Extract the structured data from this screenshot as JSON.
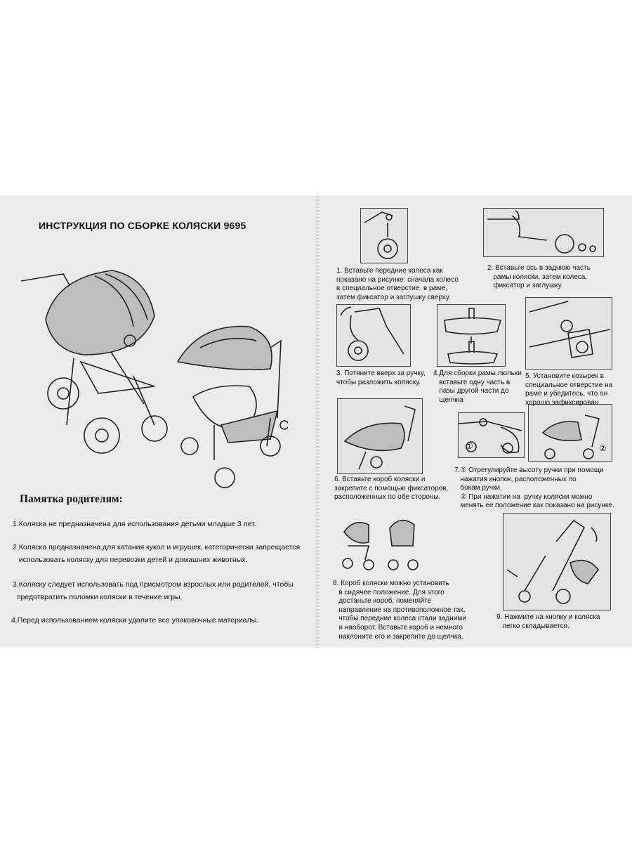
{
  "left_page": {
    "title": "ИНСТРУКЦИЯ ПО СБОРКЕ КОЛЯСКИ 9695",
    "memo_heading": "Памятка родителям:",
    "rules": [
      "1.Коляска не предназначена для использования детьми младше 3 лет.",
      "2.Коляска предназначена для катания кукол и игрушек, категорически запрещается\n   использовать коляску для перевозки детей и домашних животных.",
      "3.Коляску следует использовать под присмотром взрослых или родителей, чтобы\n  предотвратить поломки коляски в течение игры.",
      "4.Перед использованием коляски удалите все упаковочные материалы."
    ]
  },
  "right_page": {
    "steps": [
      "1. Вставьте передние колеса как\nпоказано на рисунке: сначала колесо\nв специальное отверстие  в раме,\nзатем фиксатор и заглушку сверху.",
      "2. Вставьте ось в заднюю часть\n   рамы коляски, затем колеса,\n   фиксатор и заглушку.",
      "3. Потяните вверх за ручку,\nчтобы разложить коляску.",
      "4.Для сборки рамы люльки\n   вставьте одну часть в\n   пазы другой части до\n   щелчка",
      "5. Установите козырек в\nспециальное отверстие на\nраме и убедитесь, что он\nхорошо зафиксирован.",
      "6. Вставьте короб коляски и\nзакрепите с помощью фиксаторов,\nрасположенных по обе стороны.",
      "7.① Отрегулируйте высоту ручки при помощи\n   нажатия кнопок, расположенных по\n   бокам ручки.\n   ② При нажатии на  ручку коляски можно\n   менять ее положение как показано на рисунке.",
      "8. Короб коляски можно установить\n   в сидячее положение. Для этого\n   достаньте короб, поменяйте\n   направление на противоположное так,\n   чтобы передние колеса стали задними\n   и наоборот. Вставьте короб и немного\n   наклоните его и закрепите до щелчка.",
      "9. Нажмите на кнопку и коляска\n   легко складывается."
    ],
    "callouts": [
      "①",
      "②"
    ]
  }
}
